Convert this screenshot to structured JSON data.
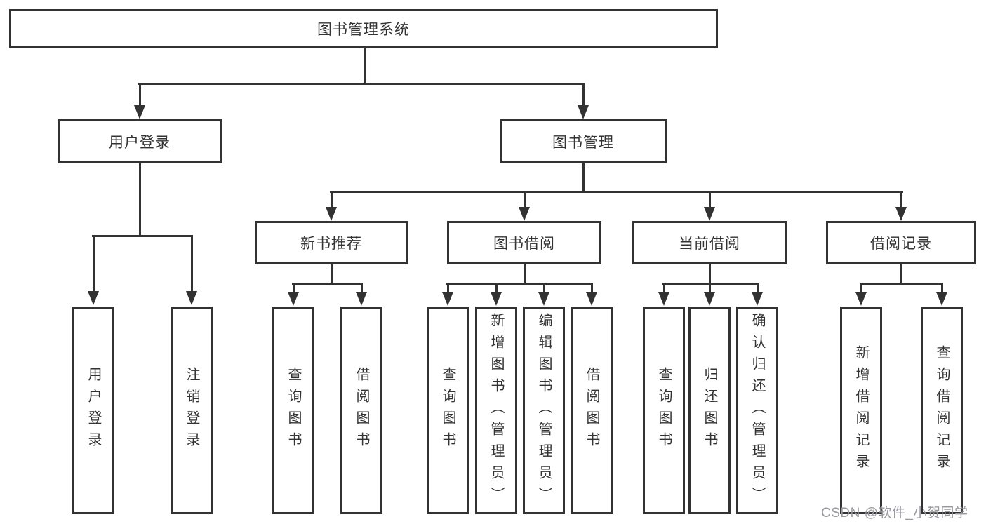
{
  "diagram": {
    "tree": {
      "label": "图书管理系统",
      "children": [
        {
          "label": "用户登录",
          "children": [
            {
              "label": "用户登录"
            },
            {
              "label": "注销登录"
            }
          ]
        },
        {
          "label": "图书管理",
          "children": [
            {
              "label": "新书推荐",
              "children": [
                {
                  "label": "查询图书"
                },
                {
                  "label": "借阅图书"
                }
              ]
            },
            {
              "label": "图书借阅",
              "children": [
                {
                  "label": "查询图书"
                },
                {
                  "label": "新增图书（管理员）"
                },
                {
                  "label": "编辑图书（管理员）"
                },
                {
                  "label": "借阅图书"
                }
              ]
            },
            {
              "label": "当前借阅",
              "children": [
                {
                  "label": "查询图书"
                },
                {
                  "label": "归还图书"
                },
                {
                  "label": "确认归还（管理员）"
                }
              ]
            },
            {
              "label": "借阅记录",
              "children": [
                {
                  "label": "新增借阅记录"
                },
                {
                  "label": "查询借阅记录"
                }
              ]
            }
          ]
        }
      ]
    },
    "colors": {
      "line": "#323232",
      "text": "#333333",
      "background": "#ffffff",
      "watermark": "#97979f"
    }
  },
  "watermark": {
    "text": "CSDN @软件_小贺同学"
  }
}
